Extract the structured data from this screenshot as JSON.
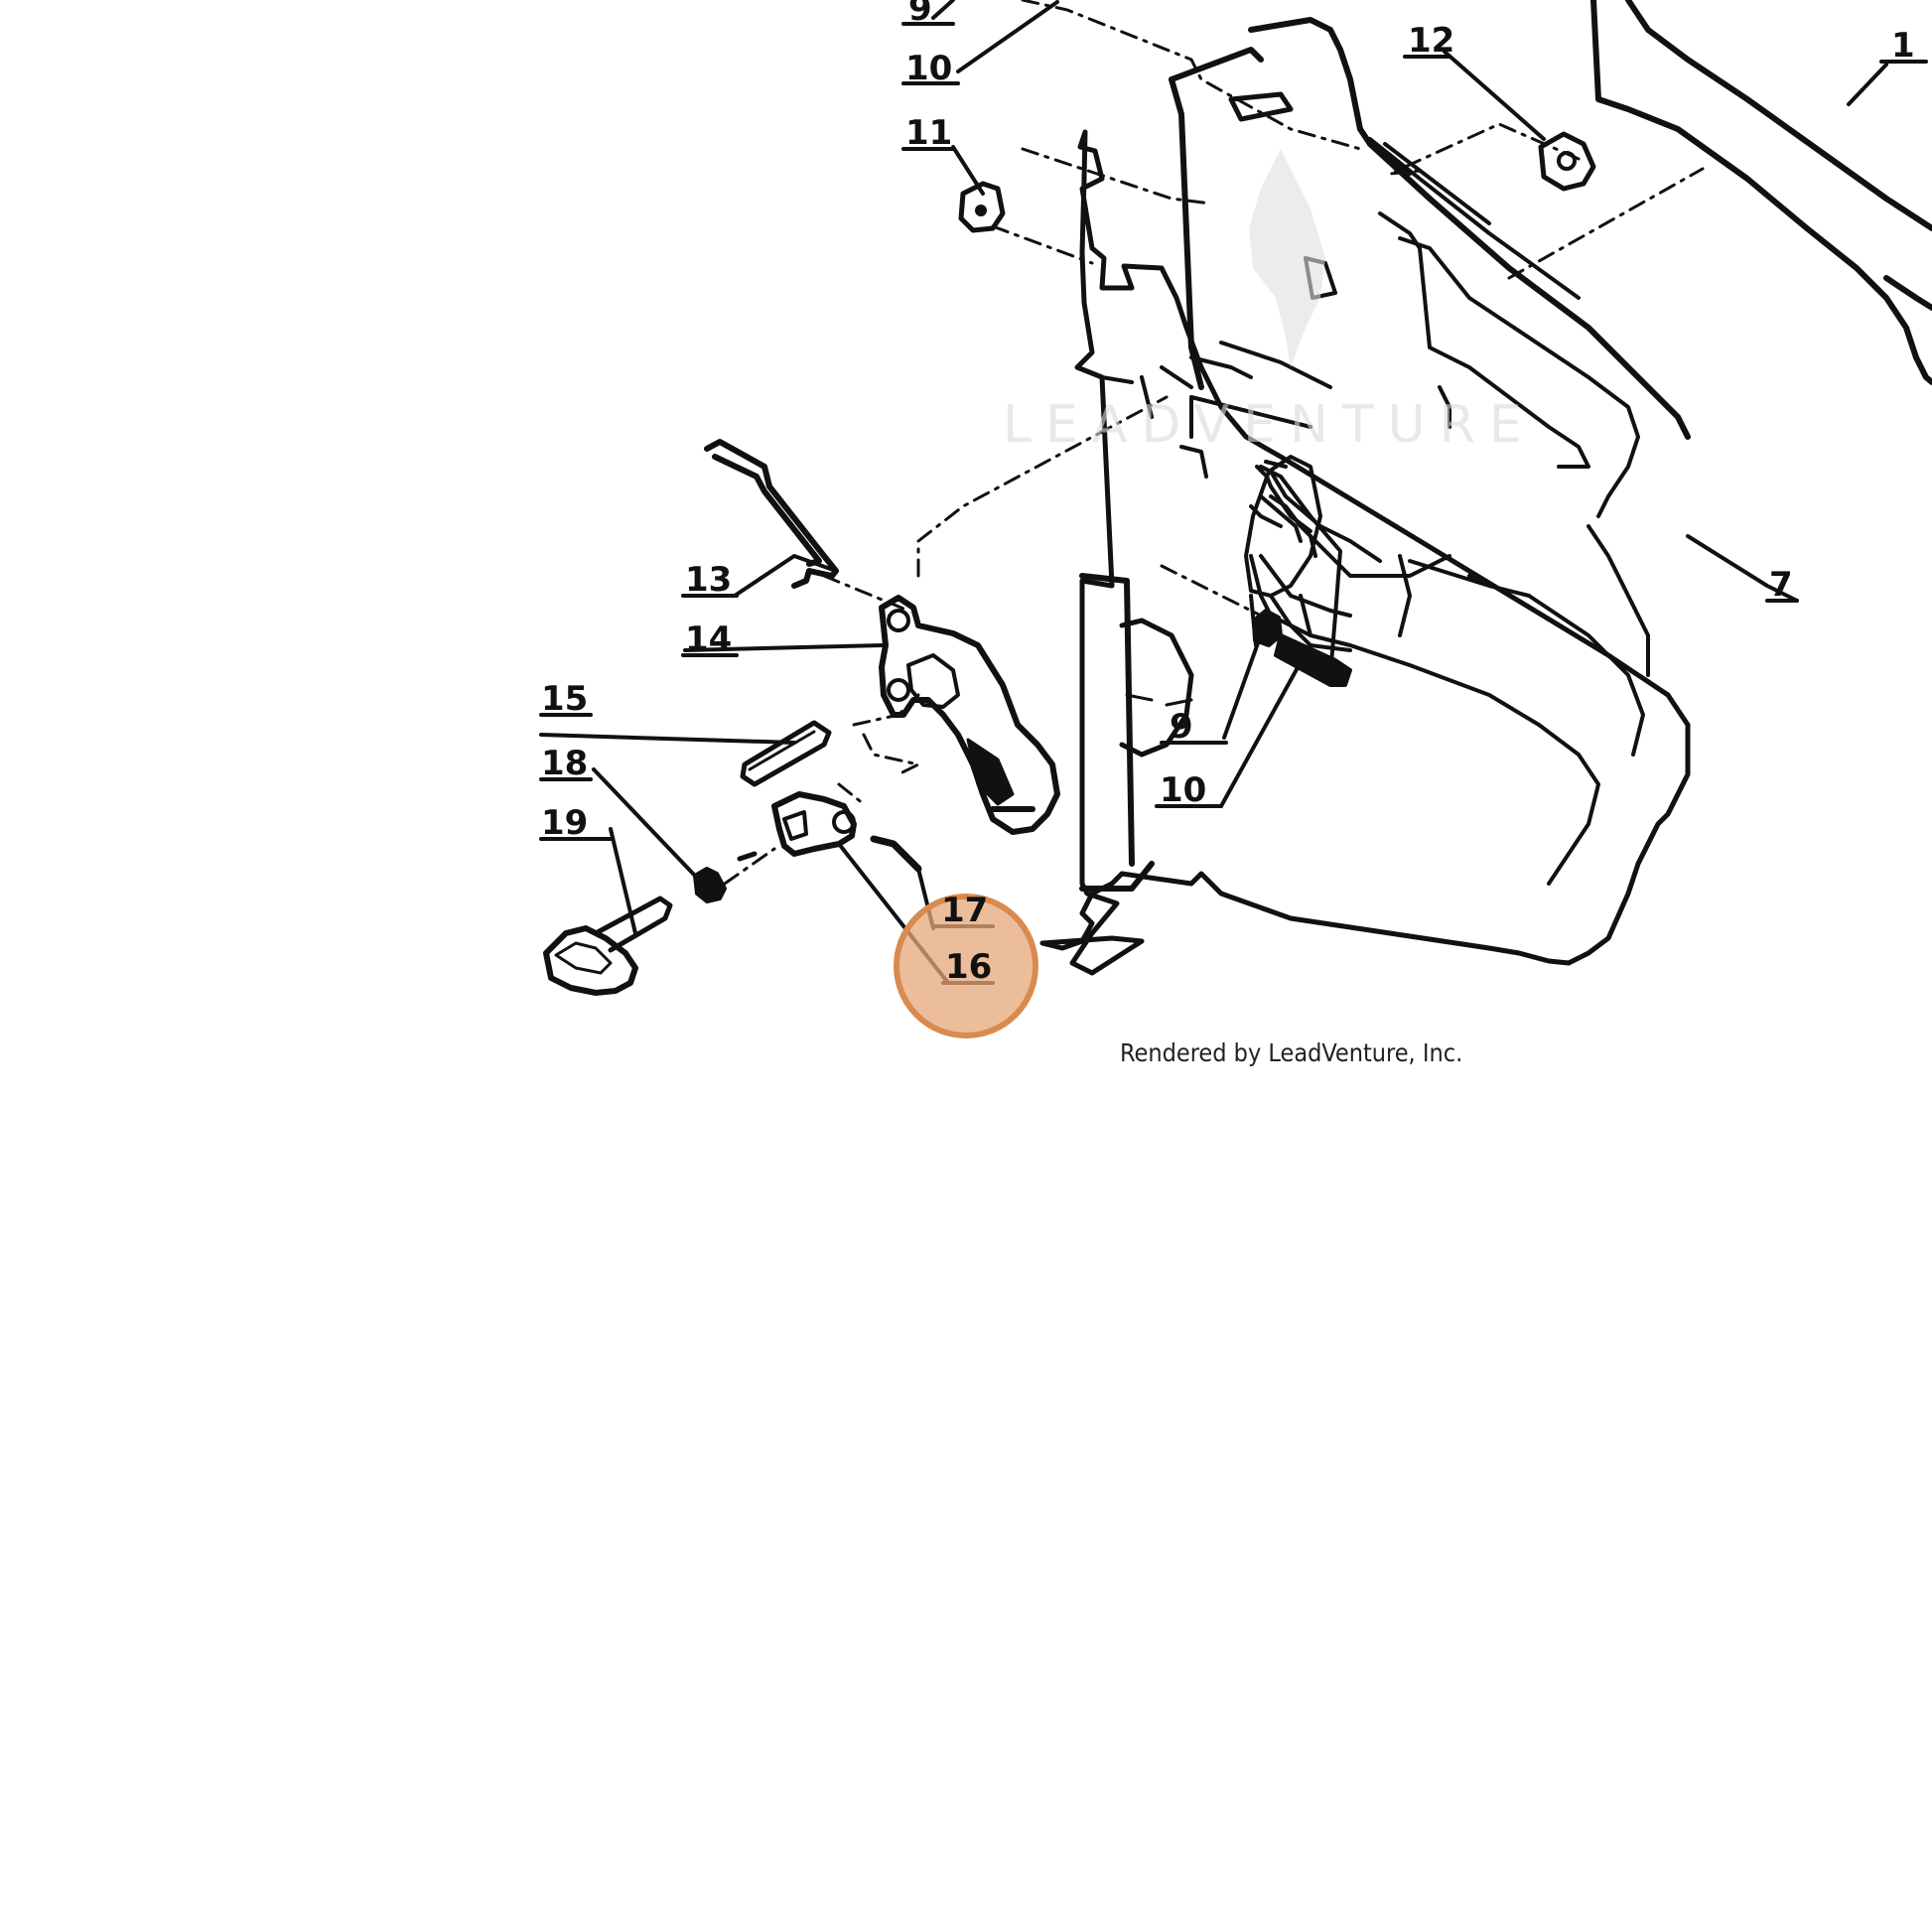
{
  "diagram": {
    "callouts": [
      "9",
      "10",
      "11",
      "12",
      "1",
      "13",
      "14",
      "15",
      "18",
      "19",
      "17",
      "16",
      "7",
      "9",
      "10"
    ],
    "highlighted_callout": "16",
    "highlight_color": "#e6a77a",
    "highlight_stroke": "#d98a4f"
  },
  "watermark": {
    "text": "LEADVENTURE"
  },
  "footer": {
    "credit": "Rendered by LeadVenture, Inc."
  }
}
